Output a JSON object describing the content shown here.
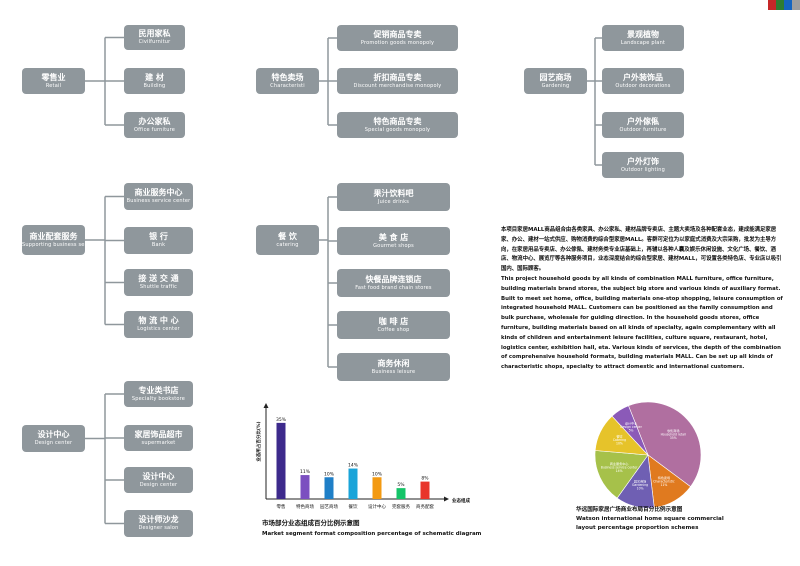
{
  "colors": {
    "node_bg": "#8f979c",
    "line": "#8f979c",
    "stripes": [
      "#c62828",
      "#2e7d32",
      "#1565c0",
      "#9e9e9e"
    ]
  },
  "nodes": [
    {
      "cn": "零售业",
      "en": "Retail"
    },
    {
      "cn": "民用家私",
      "en": "Civilfurnitur"
    },
    {
      "cn": "建      材",
      "en": "Building"
    },
    {
      "cn": "办公家私",
      "en": "Office furniture"
    },
    {
      "cn": "特色卖场",
      "en": "Characteristi"
    },
    {
      "cn": "促销商品专卖",
      "en": "Promotion goods monopoly"
    },
    {
      "cn": "折扣商品专卖",
      "en": "Discount merchandise monopoly"
    },
    {
      "cn": "特色商品专卖",
      "en": "Special goods monopoly"
    },
    {
      "cn": "园艺商场",
      "en": "Gardening"
    },
    {
      "cn": "景观植物",
      "en": "Landscape plant"
    },
    {
      "cn": "户外装饰品",
      "en": "Outdoor decorations"
    },
    {
      "cn": "户外傢俬",
      "en": "Outdoor furniture"
    },
    {
      "cn": "户外灯饰",
      "en": "Outdoor lighting"
    },
    {
      "cn": "商业配套服务",
      "en": "Supporting business servicestores"
    },
    {
      "cn": "商业服务中心",
      "en": "Business service center"
    },
    {
      "cn": "银            行",
      "en": "Bank"
    },
    {
      "cn": "接  送  交  通",
      "en": "Shuttle traffic"
    },
    {
      "cn": "物  流  中  心",
      "en": "Logistics center"
    },
    {
      "cn": "餐  饮",
      "en": "catering"
    },
    {
      "cn": "果汁饮料吧",
      "en": "Juice drinks"
    },
    {
      "cn": "美    食    店",
      "en": "Gourmet shops"
    },
    {
      "cn": "快餐品牌连锁店",
      "en": "Fast food brand chain stores"
    },
    {
      "cn": "咖    啡    店",
      "en": "Coffee shop"
    },
    {
      "cn": "商务休闲",
      "en": "Business leisure"
    },
    {
      "cn": "设计中心",
      "en": "Design center"
    },
    {
      "cn": "专业类书店",
      "en": "Specialty bookstore"
    },
    {
      "cn": "家居饰品超市",
      "en": "supermarket"
    },
    {
      "cn": "设计中心",
      "en": "Design center"
    },
    {
      "cn": "设计师沙龙",
      "en": "Designer salon"
    }
  ],
  "description": {
    "cn": "本项目家居MALL商品组合由各类家具、办公家私、建材品牌专卖店、主题大卖场及各种配套业态，建成能满足家居家、办公、建材一站式供应、购物消费的综合型家居MALL。客群可定位为以家庭式消费及大宗采购，批发为主导方向，在家居用品专卖店、办公傢俬、建材务类专业店基础上，再辅以各种人囊及娱乐休闲设施、文化广场、餐饮、酒店、物流中心、展览厅等各种服务项目，业态深度结合的综合型家居、建材MALL，可设置各类特色店、专业店以吸引国内、国际顾客。",
    "en": "This project household goods by all kinds of combination MALL furniture, office furniture, building materials brand stores, the subject big store and various kinds of auxiliary format. Built to meet set home, office, building materials one-stop shopping, leisure consumption of integrated household MALL. Customers can be positioned as the family consumption and bulk purchase, wholesale for guiding direction. In the household goods stores, office furniture, building materials based on all kinds of specialty, again complementary with all kinds of children and entertainment leisure facilities, culture square, restaurant, hotel, logistics center, exhibition hall, eta. Various kinds of services, the depth of the combination of comprehensive household formats, building materials MALL. Can be set up all kinds of characteristic shops, specialty to attract domestic and international customers."
  },
  "bar_caption": {
    "cn": "市场部分业态组成百分比例示意图",
    "en": "Market segment format composition percentage of schematic diagram"
  },
  "pie_caption": {
    "cn": "华远国际家居广场商业布局百分比例示意图",
    "en1": "Watson international home square commercial",
    "en2": "layout percentage proportion schemes"
  },
  "chart_data": [
    {
      "type": "bar",
      "title": "",
      "ylabel": "业态所占百分比(%)",
      "xlabel": "业态组成",
      "categories": [
        "零售",
        "特色商场",
        "园艺商场",
        "餐饮",
        "设计中心",
        "完套服务",
        "商务配套"
      ],
      "values": [
        35,
        11,
        10,
        14,
        10,
        5,
        8
      ],
      "value_labels": [
        "35%",
        "11%",
        "10%",
        "14%",
        "10%",
        "5%",
        "8%"
      ],
      "colors": [
        "#3d2a8c",
        "#7b4fc0",
        "#1f7fc7",
        "#1aa4d9",
        "#f39a12",
        "#15c468",
        "#e8352b"
      ],
      "ylim": [
        0,
        40
      ],
      "grid": false
    },
    {
      "type": "pie",
      "labels": [
        "零售商场",
        "特色卖场",
        "园艺商场",
        "商业服务中心",
        "餐饮",
        "设计中心"
      ],
      "sublabels": [
        "Household retail",
        "Characteristic",
        "Gardening",
        "Business service center",
        "Catering",
        "Design center"
      ],
      "value_labels": [
        "35%",
        "11%",
        "10%",
        "14%",
        "10%",
        "5%"
      ],
      "values": [
        35,
        11,
        10,
        14,
        10,
        5
      ],
      "colors": [
        "#b06fa0",
        "#e07a1f",
        "#6f5fb3",
        "#a6c14a",
        "#e6c32a",
        "#8b5ab8"
      ]
    }
  ]
}
